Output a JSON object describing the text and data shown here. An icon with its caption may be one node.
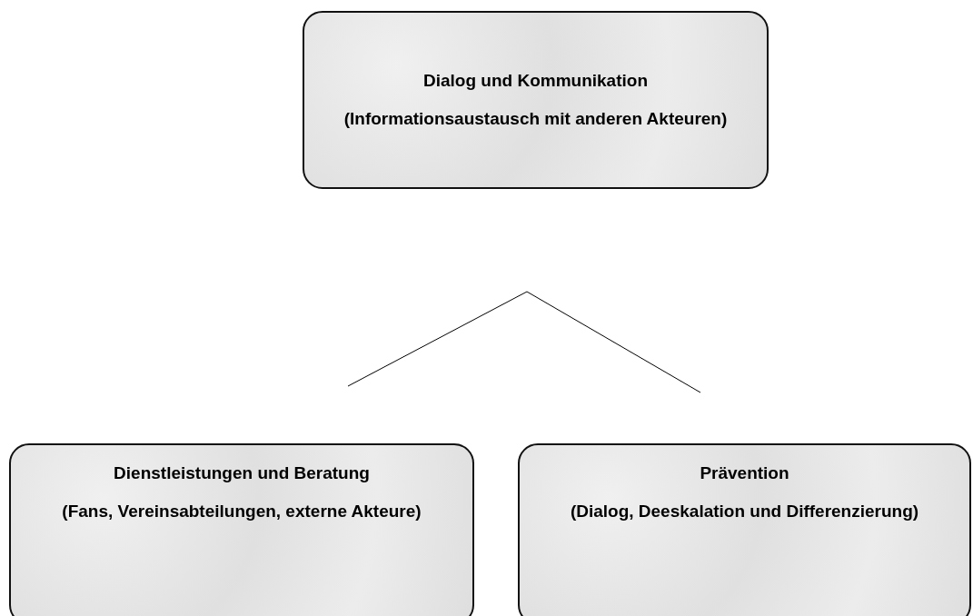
{
  "diagram": {
    "nodes": [
      {
        "text": [
          "Dialog und Kommunikation",
          "(Informationsaustausch mit anderen Akteuren)"
        ]
      },
      {
        "text": [
          "Dienstleistungen und Beratung",
          "(Fans, Vereinsabteilungen, externe Akteure)"
        ]
      },
      {
        "text": [
          "Prävention",
          "(Dialog, Deeskalation und Differenzierung)"
        ]
      }
    ],
    "edges": []
  }
}
